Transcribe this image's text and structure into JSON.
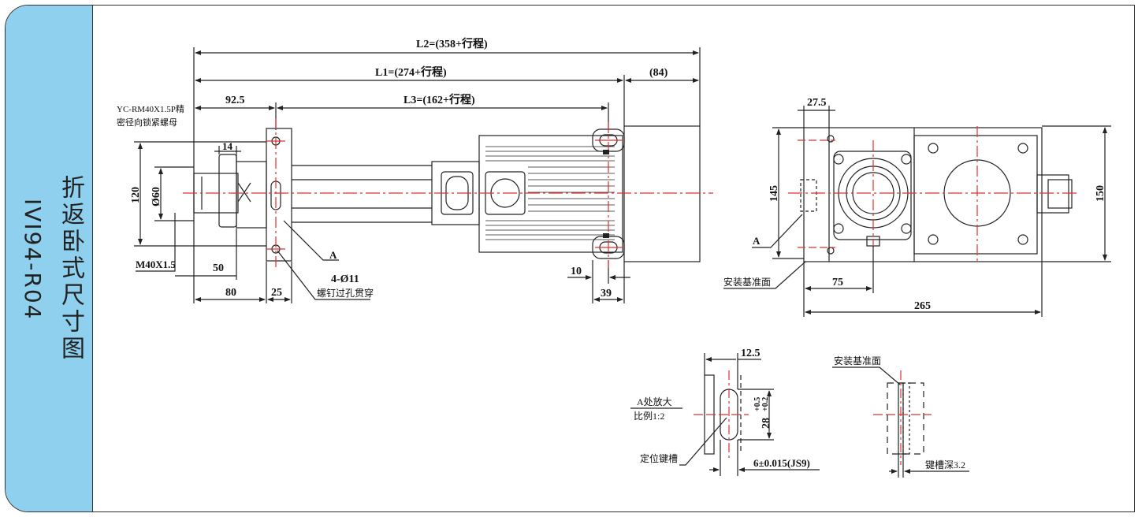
{
  "sidebar": {
    "title": "折返卧式尺寸图",
    "model": "IVI94-R04",
    "background_color": "#8fd0ef"
  },
  "colors": {
    "line": "#222222",
    "centerline": "#e03030"
  },
  "dims": {
    "l2": "L2=(358+行程)",
    "l1": "L1=(274+行程)",
    "d84": "(84)",
    "l3": "L3=(162+行程)",
    "d92_5": "92.5",
    "d14": "14",
    "d120": "120",
    "d60": "Ø60",
    "m40": "M40X1.5",
    "d50": "50",
    "d80": "80",
    "d25": "25",
    "d10": "10",
    "d39": "39",
    "d27_5": "27.5",
    "d145": "145",
    "d150": "150",
    "d75": "75",
    "d265": "265",
    "d12_5": "12.5",
    "d28": "28",
    "d28_tol_up": "+0.5",
    "d28_tol_dn": "+0.2",
    "key_width": "6±0.015(JS9)",
    "key_depth": "键槽深3.2"
  },
  "labels": {
    "nut_line1": "YC-RM40X1.5P精",
    "nut_line2": "密径向锁紧螺母",
    "holes": "4-Ø11",
    "holes_desc": "螺钉过孔贯穿",
    "detail_a": "A",
    "detail_a_side": "A",
    "datum": "安装基准面",
    "enlarge_line1": "A处放大",
    "enlarge_line2": "比例1:2",
    "key_slot": "定位键槽",
    "datum2": "安装基准面"
  }
}
